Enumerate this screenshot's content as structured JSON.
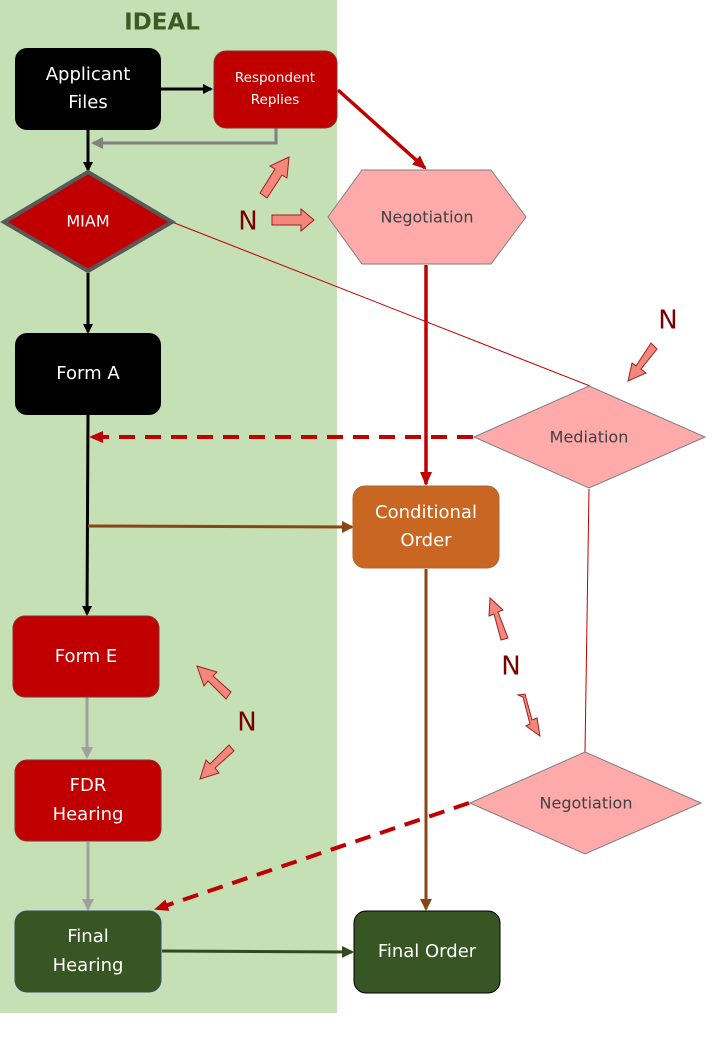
{
  "title": "IDEAL",
  "colors": {
    "ideal_lane": "#c5e0b4",
    "black_node": "#000000",
    "red_node": "#c00000",
    "pink_node": "#ffaaaa",
    "orange_node": "#c96622",
    "green_node": "#375623",
    "brown_arrow": "#8b4513",
    "gray_arrow": "#a0a0a0",
    "n_arrow_fill": "#f4877c",
    "n_label": "#7a0000"
  },
  "nodes": {
    "applicant_files": {
      "line1": "Applicant",
      "line2": "Files"
    },
    "respondent_replies": {
      "line1": "Respondent",
      "line2": "Replies"
    },
    "miam": {
      "label": "MIAM"
    },
    "negotiation_top": {
      "label": "Negotiation"
    },
    "form_a": {
      "label": "Form A"
    },
    "mediation": {
      "label": "Mediation"
    },
    "conditional_order": {
      "line1": "Conditional",
      "line2": "Order"
    },
    "form_e": {
      "label": "Form E"
    },
    "fdr_hearing": {
      "line1": "FDR",
      "line2": "Hearing"
    },
    "negotiation_bottom": {
      "label": "Negotiation"
    },
    "final_hearing": {
      "line1": "Final",
      "line2": "Hearing"
    },
    "final_order": {
      "label": "Final Order"
    }
  },
  "n_markers": [
    "N",
    "N",
    "N",
    "N"
  ]
}
